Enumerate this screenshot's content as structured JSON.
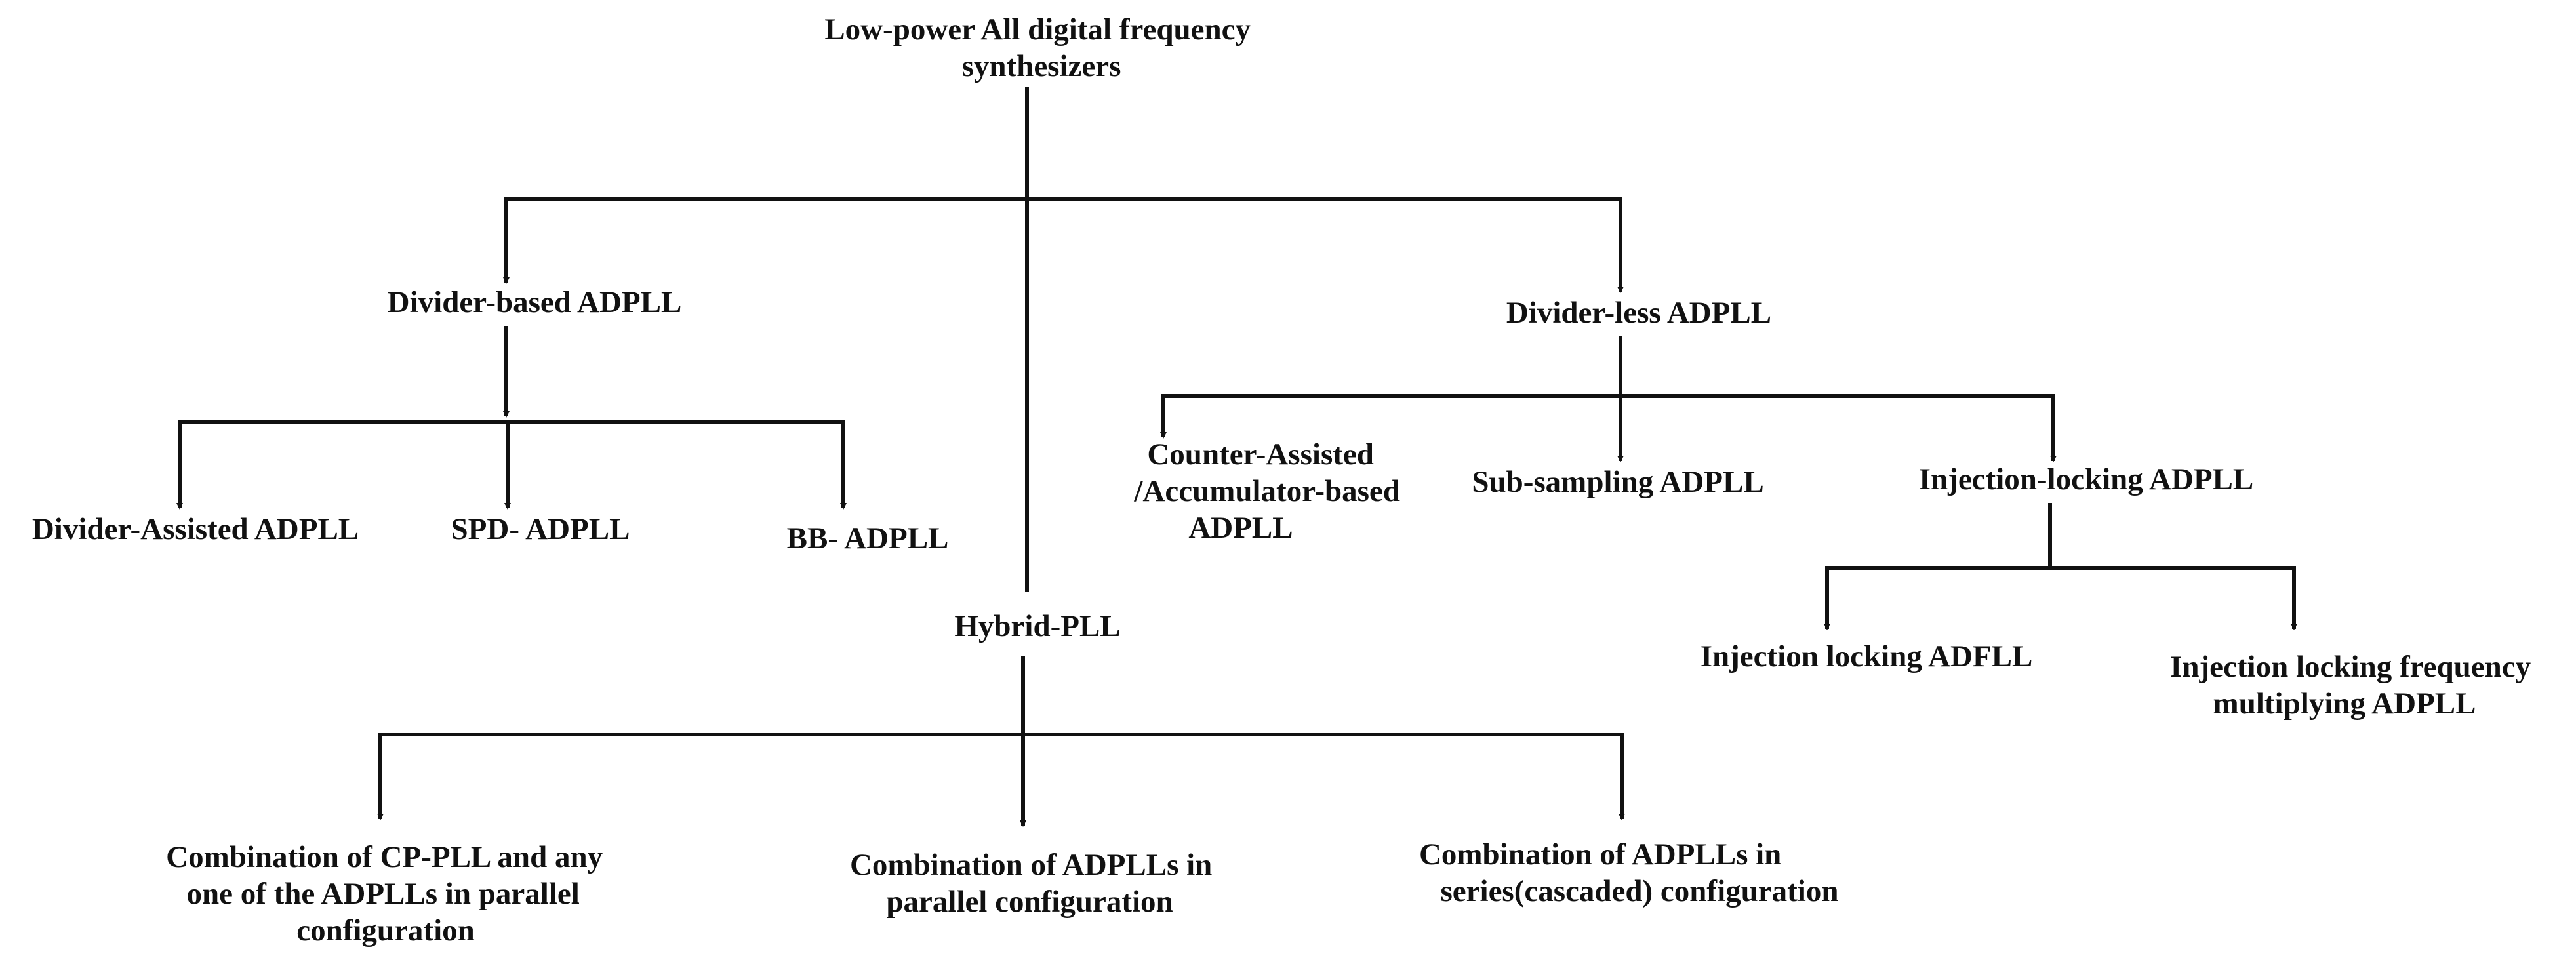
{
  "diagram": {
    "root": {
      "lines": [
        "Low-power All digital frequency",
        "synthesizers"
      ]
    },
    "divider_based": {
      "lines": [
        "Divider-based ADPLL"
      ],
      "children": [
        {
          "lines": [
            "Divider-Assisted ADPLL"
          ]
        },
        {
          "lines": [
            "SPD- ADPLL"
          ]
        },
        {
          "lines": [
            "BB- ADPLL"
          ]
        }
      ]
    },
    "divider_less": {
      "lines": [
        "Divider-less ADPLL"
      ],
      "children": [
        {
          "lines": [
            "Counter-Assisted",
            "/Accumulator-based",
            "ADPLL"
          ]
        },
        {
          "lines": [
            "Sub-sampling ADPLL"
          ]
        },
        {
          "lines": [
            "Injection-locking ADPLL"
          ]
        }
      ]
    },
    "injection_locking": {
      "children": [
        {
          "lines": [
            "Injection locking ADFLL"
          ]
        },
        {
          "lines": [
            "Injection locking frequency",
            "multiplying ADPLL"
          ]
        }
      ]
    },
    "hybrid": {
      "lines": [
        "Hybrid-PLL"
      ],
      "children": [
        {
          "lines": [
            "Combination of CP-PLL and any",
            "one of the ADPLLs in parallel",
            "configuration"
          ]
        },
        {
          "lines": [
            "Combination of ADPLLs in",
            "parallel configuration"
          ]
        },
        {
          "lines": [
            "Combination of ADPLLs in",
            "series(cascaded) configuration"
          ]
        }
      ]
    },
    "colors": {
      "line": "#111111",
      "text": "#111111",
      "background": "#ffffff"
    }
  }
}
